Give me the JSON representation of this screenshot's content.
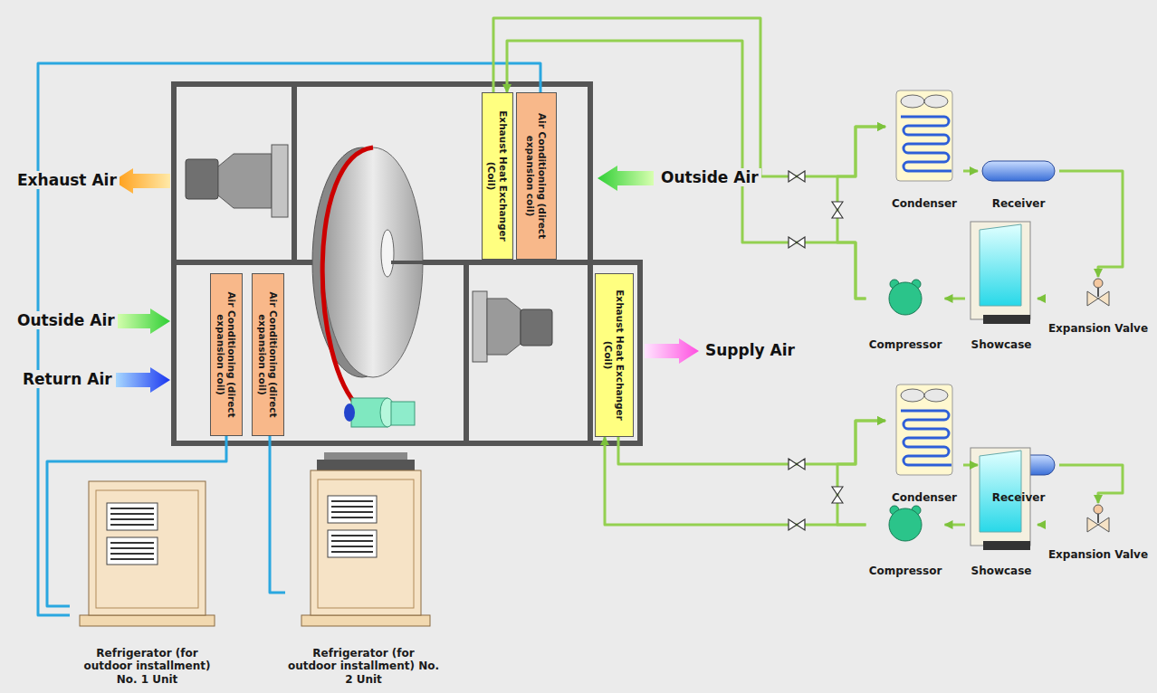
{
  "diagram": {
    "nodes": [
      {
        "text": [
          "Exhaust Heat Exchanger (Coil)"
        ]
      },
      {
        "text": [
          "Air Conditioning (direct expansion coil)"
        ]
      },
      {
        "text": [
          "Air Conditioning (direct expansion coil)"
        ]
      },
      {
        "text": [
          "Air Conditioning (direct expansion coil)"
        ]
      },
      {
        "text": [
          "Exhaust Heat Exchanger (Coil)"
        ]
      },
      {
        "text": [
          "Refrigerator (for outdoor installment) No. 1 Unit"
        ]
      },
      {
        "text": [
          "Refrigerator (for outdoor installment) No. 2 Unit"
        ]
      },
      {
        "text": [
          "Condenser"
        ]
      },
      {
        "text": [
          "Receiver"
        ]
      },
      {
        "text": [
          "Compressor"
        ]
      },
      {
        "text": [
          "Showcase"
        ]
      },
      {
        "text": [
          "Expansion Valve"
        ]
      },
      {
        "text": [
          "Condenser"
        ]
      },
      {
        "text": [
          "Receiver"
        ]
      },
      {
        "text": [
          "Compressor"
        ]
      },
      {
        "text": [
          "Showcase"
        ]
      },
      {
        "text": [
          "Expansion Valve"
        ]
      }
    ],
    "edges": [
      {
        "from": 5,
        "to": 1,
        "arrow": "none"
      },
      {
        "from": 5,
        "to": 2,
        "arrow": "none"
      },
      {
        "from": 6,
        "to": 3,
        "arrow": "none"
      },
      {
        "from": 0,
        "to": 7,
        "arrow": "to"
      },
      {
        "from": 9,
        "to": 0,
        "arrow": "to"
      },
      {
        "from": 9,
        "to": 7,
        "arrow": "to"
      },
      {
        "from": 7,
        "to": 8,
        "arrow": "to"
      },
      {
        "from": 8,
        "to": 11,
        "arrow": "to"
      },
      {
        "from": 11,
        "to": 10,
        "arrow": "to"
      },
      {
        "from": 10,
        "to": 9,
        "arrow": "to"
      },
      {
        "from": 4,
        "to": 12,
        "arrow": "to"
      },
      {
        "from": 14,
        "to": 4,
        "arrow": "to"
      },
      {
        "from": 14,
        "to": 12,
        "arrow": "to"
      },
      {
        "from": 12,
        "to": 13,
        "arrow": "to"
      },
      {
        "from": 13,
        "to": 16,
        "arrow": "to"
      },
      {
        "from": 16,
        "to": 15,
        "arrow": "to"
      },
      {
        "from": 15,
        "to": 14,
        "arrow": "to"
      }
    ],
    "labels": [
      "Exhaust Air",
      "Outside Air",
      "Outside Air",
      "Return Air",
      "Supply Air"
    ]
  }
}
